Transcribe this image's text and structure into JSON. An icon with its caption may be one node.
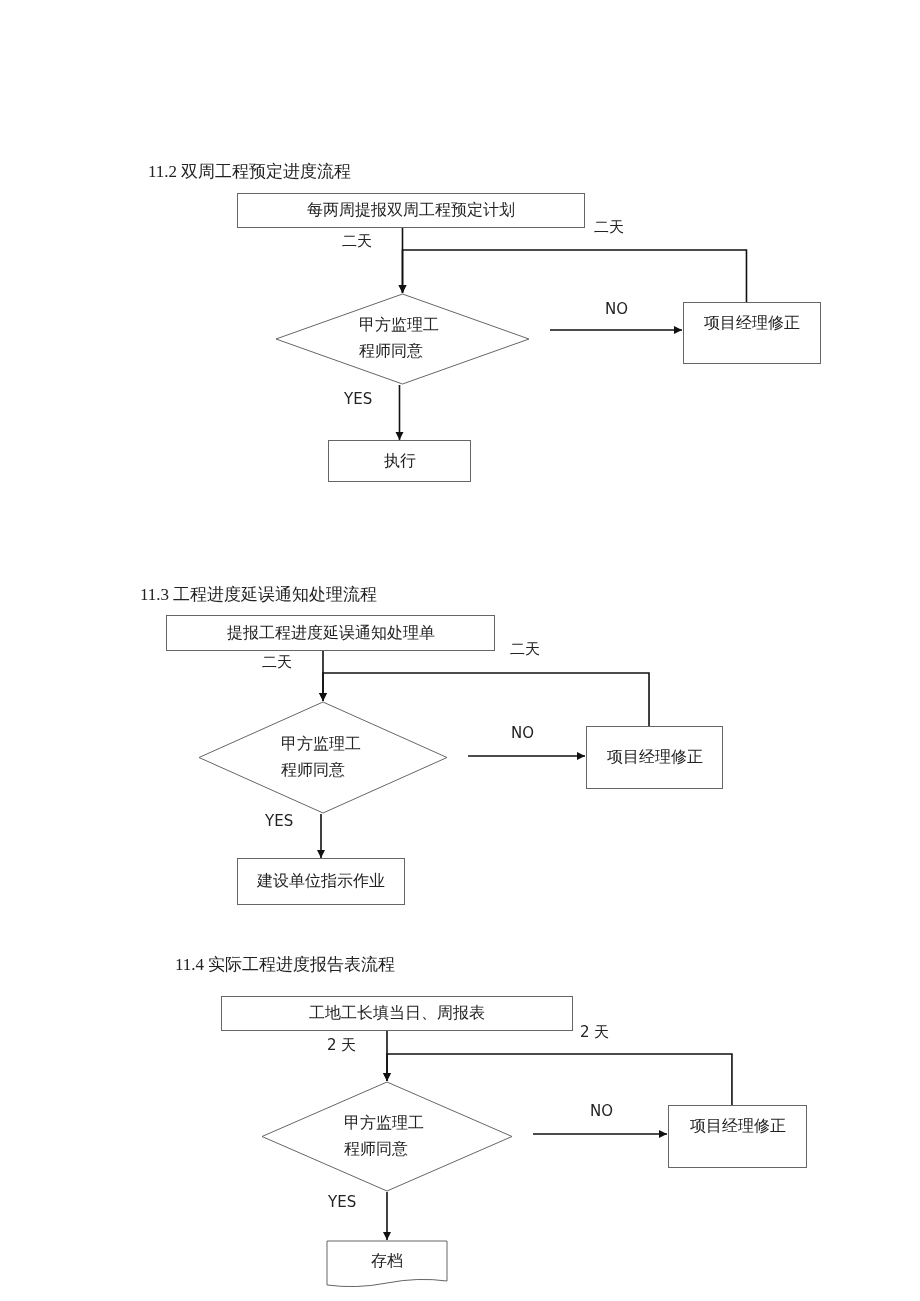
{
  "diagram": {
    "nodes": [
      {
        "text": [
          "每两周提报双周工程预定计划"
        ]
      },
      {
        "text": [
          "甲方监理工程师同意"
        ]
      },
      {
        "text": [
          "项目经理修正"
        ]
      },
      {
        "text": [
          "执行"
        ]
      },
      {
        "text": [
          "提报工程进度延误通知处理单"
        ]
      },
      {
        "text": [
          "甲方监理工程师同意"
        ]
      },
      {
        "text": [
          "项目经理修正"
        ]
      },
      {
        "text": [
          "建设单位指示作业"
        ]
      },
      {
        "text": [
          "工地工长填当日、周报表"
        ]
      },
      {
        "text": [
          "甲方监理工程师同意"
        ]
      },
      {
        "text": [
          "项目经理修正"
        ]
      },
      {
        "text": [
          "存档"
        ]
      }
    ],
    "edges": [
      {
        "from": 0,
        "to": 1,
        "arrow": "to",
        "label": "二天"
      },
      {
        "from": 1,
        "to": 2,
        "arrow": "to",
        "label": "NO"
      },
      {
        "from": 2,
        "to": 1,
        "arrow": "to",
        "label": "二天"
      },
      {
        "from": 1,
        "to": 3,
        "arrow": "to",
        "label": "YES"
      },
      {
        "from": 4,
        "to": 5,
        "arrow": "to",
        "label": "二天"
      },
      {
        "from": 5,
        "to": 6,
        "arrow": "to",
        "label": "NO"
      },
      {
        "from": 6,
        "to": 5,
        "arrow": "to",
        "label": "二天"
      },
      {
        "from": 5,
        "to": 7,
        "arrow": "to",
        "label": "YES"
      },
      {
        "from": 8,
        "to": 9,
        "arrow": "to",
        "label": "2 天"
      },
      {
        "from": 9,
        "to": 10,
        "arrow": "to",
        "label": "NO"
      },
      {
        "from": 10,
        "to": 9,
        "arrow": "to",
        "label": "2 天"
      },
      {
        "from": 9,
        "to": 11,
        "arrow": "to",
        "label": "YES"
      }
    ],
    "labels": [
      "11.2 双周工程预定进度流程",
      "11.3 工程进度延误通知处理流程",
      "11.4 实际工程进度报告表流程"
    ]
  }
}
